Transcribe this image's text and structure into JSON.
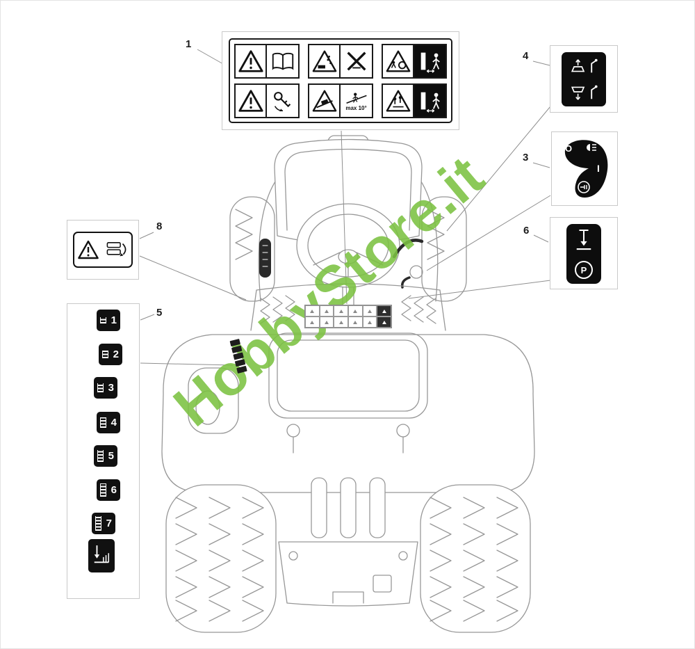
{
  "page": {
    "background": "#ffffff"
  },
  "watermark": {
    "text": "HobbyStore.it",
    "color": "#7cc242"
  },
  "callouts": {
    "c1": "1",
    "c3": "3",
    "c4": "4",
    "c5": "5",
    "c6": "6",
    "c8": "8"
  },
  "labels": {
    "warning_panel": {
      "max_slope_text": "max 10°",
      "row1_icons": [
        "warning-triangle-icon",
        "read-manual-icon",
        "thrown-objects-warning-icon",
        "no-hands-cross-icon",
        "runover-warning-icon",
        "keep-distance-icon"
      ],
      "row2_icons": [
        "warning-triangle-icon",
        "remove-key-icon",
        "slope-warning-icon",
        "max-slope-figure-icon",
        "no-riders-warning-icon",
        "keep-distance-icon"
      ]
    },
    "deck_lift": {
      "icons": [
        "deck-raise-icon",
        "deck-lower-icon"
      ]
    },
    "key_switch": {
      "off_label": "O",
      "on_label": "I",
      "icons": [
        "headlight-icon",
        "engine-start-icon"
      ]
    },
    "parking_brake": {
      "symbol": "P",
      "icons": [
        "pedal-press-icon",
        "parking-brake-circle-icon"
      ]
    },
    "belt_warning": {
      "icons": [
        "warning-triangle-icon",
        "belt-engage-icon"
      ]
    },
    "gear_positions": {
      "positions": [
        "1",
        "2",
        "3",
        "4",
        "5",
        "6",
        "7"
      ],
      "bottom_icon": "cutting-height-icon"
    }
  }
}
